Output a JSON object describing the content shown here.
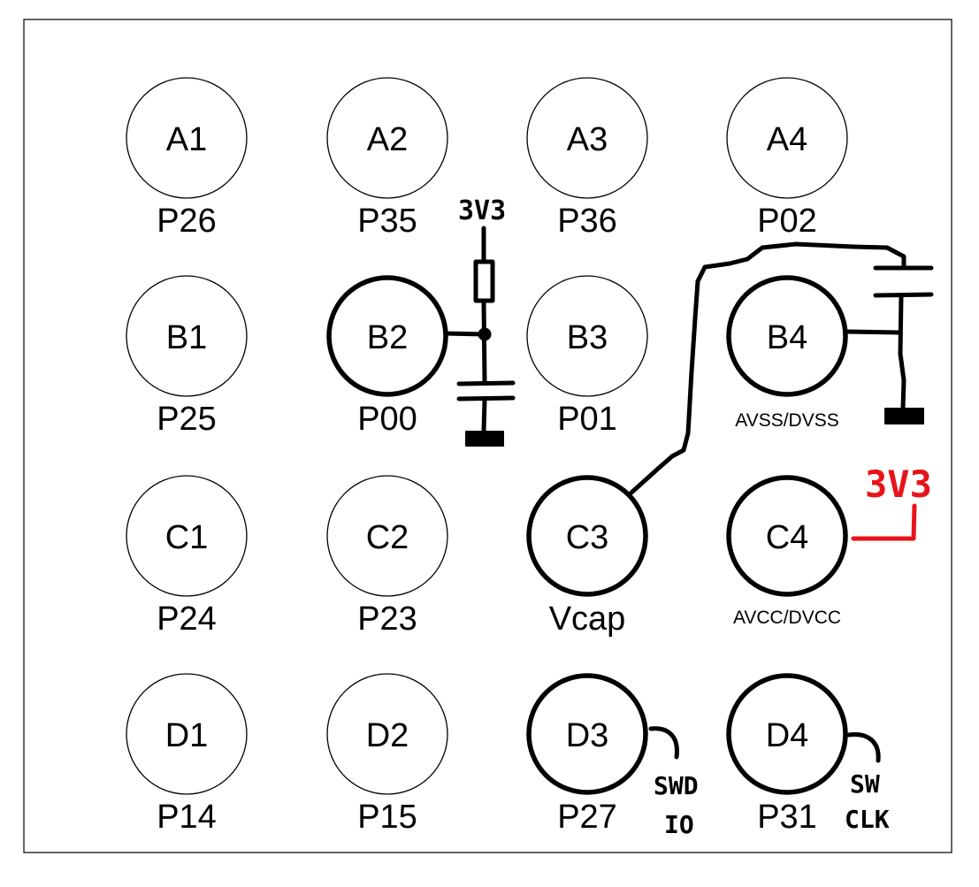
{
  "pads": [
    {
      "id": "A1",
      "net": "P26"
    },
    {
      "id": "A2",
      "net": "P35"
    },
    {
      "id": "A3",
      "net": "P36"
    },
    {
      "id": "A4",
      "net": "P02"
    },
    {
      "id": "B1",
      "net": "P25"
    },
    {
      "id": "B2",
      "net": "P00"
    },
    {
      "id": "B3",
      "net": "P01"
    },
    {
      "id": "B4",
      "net": "AVSS/DVSS"
    },
    {
      "id": "C1",
      "net": "P24"
    },
    {
      "id": "C2",
      "net": "P23"
    },
    {
      "id": "C3",
      "net": "Vcap"
    },
    {
      "id": "C4",
      "net": "AVCC/DVCC"
    },
    {
      "id": "D1",
      "net": "P14"
    },
    {
      "id": "D2",
      "net": "P15"
    },
    {
      "id": "D3",
      "net": "P27"
    },
    {
      "id": "D4",
      "net": "P31"
    }
  ],
  "annotations": {
    "reset_supply": "3V3",
    "power_supply": "3V3",
    "swdio_line1": "SWD",
    "swdio_line2": "IO",
    "swclk_line1": "SW",
    "swclk_line2": "CLK"
  },
  "colors": {
    "ink": "#000000",
    "supply_red": "#e8141b",
    "background": "#ffffff"
  }
}
